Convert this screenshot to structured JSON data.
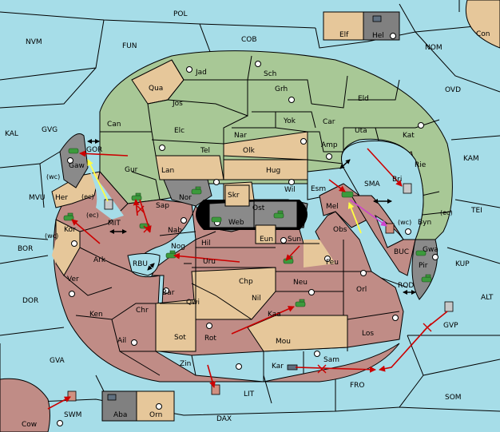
{
  "map": {
    "colors": {
      "sea": "#a6dde8",
      "land_green": "#a8c896",
      "land_tan": "#e6c79a",
      "land_red": "#c08c86",
      "land_gray": "#8a8a8a",
      "black_sea": "#000000",
      "border": "#000000",
      "order_arrow": "#cc0000",
      "support_arrow": "#ffff44",
      "convoy_arrow": "#cc44cc",
      "unit_green": "#3c9a3c",
      "unit_red_box": "#d09080",
      "unit_gray_box": "#808080"
    },
    "seas": {
      "pol": "POL",
      "nvm": "NVM",
      "fun": "FUN",
      "cob": "COB",
      "nom": "NOM",
      "con": "Con",
      "ovd": "OVD",
      "kal": "KAL",
      "gvg": "GVG",
      "kam": "KAM",
      "mvu": "MVU",
      "tei": "TEI",
      "bor": "BOR",
      "kup": "KUP",
      "dor": "DOR",
      "alt": "ALT",
      "gva": "GVA",
      "som": "SOM",
      "fro": "FRO",
      "lit": "LIT",
      "dax": "DAX",
      "cow": "Cow",
      "swm": "SWM",
      "gvp": "GVP",
      "rod": "ROD",
      "buc": "BUC",
      "sma": "SMA",
      "gor": "GOR",
      "mit": "MIT",
      "rbu": "RBU"
    },
    "provinces": {
      "jad": "Jad",
      "sch": "Sch",
      "qua": "Qua",
      "jos": "Jos",
      "grh": "Grh",
      "eld": "Eld",
      "can": "Can",
      "yok": "Yok",
      "car": "Car",
      "uta": "Uta",
      "elc": "Elc",
      "nar": "Nar",
      "amp": "Amp",
      "kat": "Kat",
      "gur": "Gur",
      "tel": "Tel",
      "olk": "Olk",
      "rie": "Rie",
      "gaw": "Gaw",
      "lan": "Lan",
      "hug": "Hug",
      "bri": "Bri",
      "esm": "Esm",
      "wil": "Wil",
      "nor": "Nor",
      "skr": "Skr",
      "ost": "Ost",
      "her": "Her",
      "sap": "Sap",
      "web": "Web",
      "mel": "Mel",
      "byn": "Byn",
      "kor": "Kor",
      "nab": "Nab",
      "eun": "Eun",
      "sun": "Sun",
      "obs": "Obs",
      "gwa": "Gwa",
      "hil": "Hil",
      "ark": "Ark",
      "nog": "Nog",
      "uru": "Uru",
      "feu": "Feu",
      "pir": "Pir",
      "ver": "Ver",
      "chp": "Chp",
      "neu": "Neu",
      "orl": "Orl",
      "bar": "Bar",
      "nil": "Nil",
      "qwi": "Qwi",
      "ken": "Ken",
      "chr": "Chr",
      "kaa": "Kaa",
      "los": "Los",
      "sot": "Sot",
      "rot": "Rot",
      "mou": "Mou",
      "ail": "Ail",
      "sam": "Sam",
      "zin": "Zin",
      "kar": "Kar",
      "elf": "Elf",
      "hel": "Hel",
      "aba": "Aba",
      "orn": "Orn"
    },
    "coast_tags": {
      "wc1": "(wc)",
      "ec1": "(ec)",
      "wc2": "(wc)",
      "ec2": "(ec)",
      "wc3": "(wc)",
      "ec3": "(ec)"
    }
  }
}
